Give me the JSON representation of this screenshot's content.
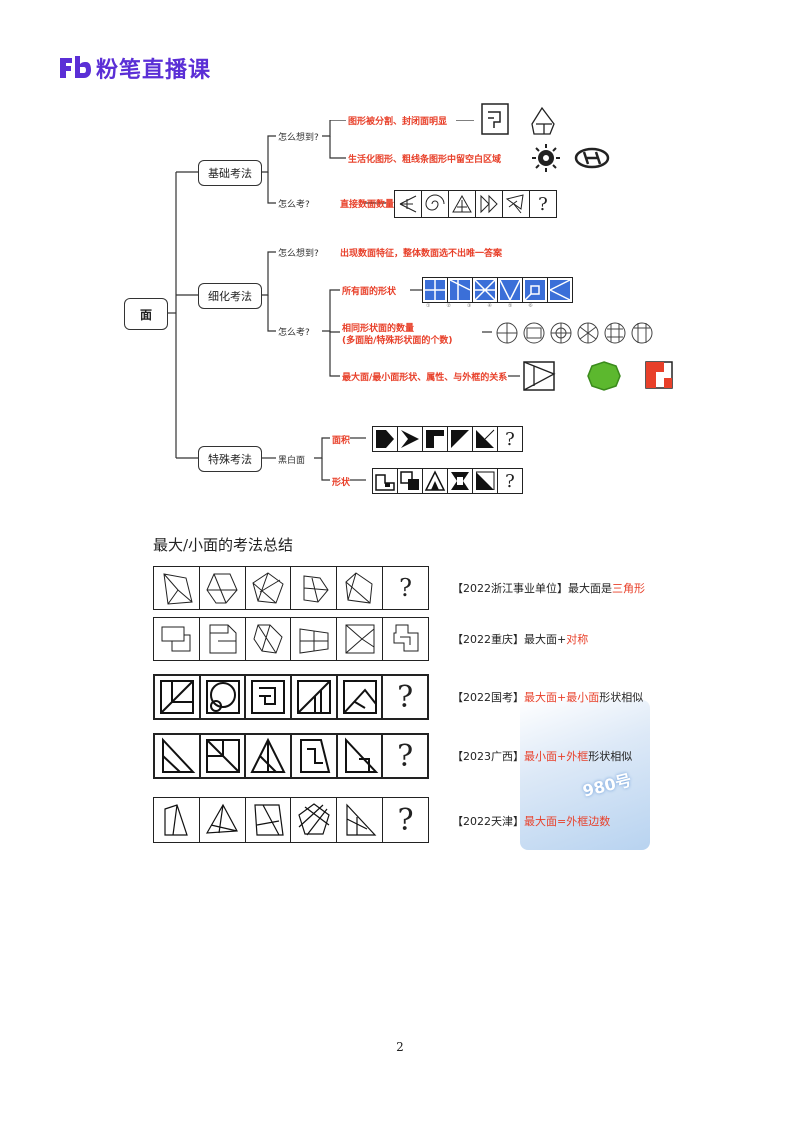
{
  "header": {
    "logo_text": "粉笔直播课"
  },
  "mindmap": {
    "root": "面",
    "branches": [
      {
        "label": "基础考法",
        "subs": [
          {
            "label": "怎么想到?",
            "items": [
              "图形被分割、封闭面明显",
              "生活化图形、粗线条图形中留空白区域"
            ]
          },
          {
            "label": "怎么考?",
            "items": [
              "直接数面数量"
            ]
          }
        ]
      },
      {
        "label": "细化考法",
        "subs": [
          {
            "label": "怎么想到?",
            "items": [
              "出现数面特征，整体数面选不出唯一答案"
            ]
          },
          {
            "label": "怎么考?",
            "items": [
              "所有面的形状",
              "相同形状面的数量",
              "(多面胎/特殊形状面的个数)",
              "最大面/最小面形状、属性、与外框的关系"
            ]
          }
        ]
      },
      {
        "label": "特殊考法",
        "subs": [
          {
            "label": "黑白面",
            "items": [
              "面积",
              "形状"
            ]
          }
        ]
      }
    ],
    "numbers": [
      "①",
      "②",
      "③",
      "④",
      "⑤",
      "⑥"
    ],
    "qmark": "?"
  },
  "section": {
    "title": "最大/小面的考法总结",
    "rows": [
      {
        "prefix": "【2022浙江事业单位】",
        "plain": "最大面是",
        "red": "三角形",
        "tail": ""
      },
      {
        "prefix": "【2022重庆】",
        "plain": "最大面+",
        "red": "对称",
        "tail": ""
      },
      {
        "prefix": "【2022国考】",
        "plain": "",
        "red": "最大面+最小面",
        "tail": "形状相似"
      },
      {
        "prefix": "【2023广西】",
        "plain": "",
        "red": "最小面+外框",
        "tail": "形状相似"
      },
      {
        "prefix": "【2022天津】",
        "plain": "",
        "red": "最大面=外框边数",
        "tail": ""
      }
    ],
    "qmark": "?"
  },
  "promo": {
    "text": "980号"
  },
  "footer": {
    "page_number": "2"
  },
  "colors": {
    "brand": "#5b2fd6",
    "accent_red": "#e8402a",
    "fig_blue": "#3b6fd8",
    "fig_green": "#5cb82e"
  }
}
